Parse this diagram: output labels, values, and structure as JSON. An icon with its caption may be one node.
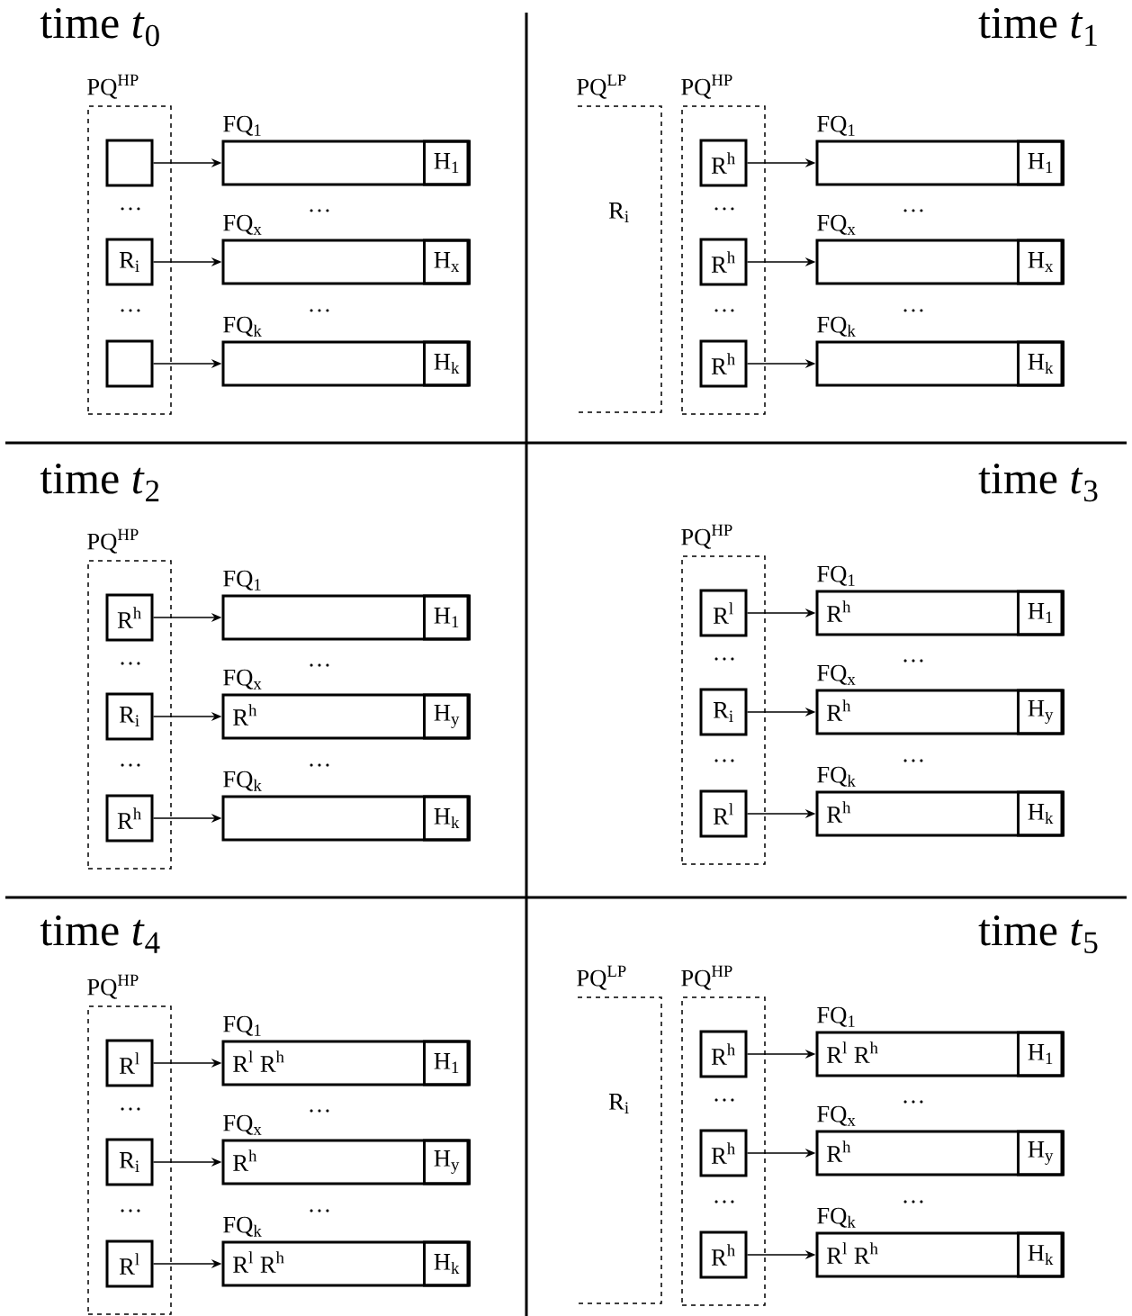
{
  "diagram": {
    "nodes": [
      {
        "text": [
          "PQ$^{HP}$"
        ]
      },
      {
        "text": [],
        "shape": "box",
        "in": 0
      },
      {
        "text": [
          "FQ$_{1}$"
        ]
      },
      {
        "text": [
          "H$_{1}$"
        ],
        "in": 2
      },
      {
        "text": [
          "R$_{i}$"
        ],
        "in": 0
      },
      {
        "text": [
          "FQ$_{x}$"
        ]
      },
      {
        "text": [
          "H$_{x}$"
        ],
        "in": 5
      },
      {
        "text": [],
        "shape": "box",
        "in": 0
      },
      {
        "text": [
          "FQ$_{k}$"
        ]
      },
      {
        "text": [
          "H$_{k}$"
        ],
        "in": 8
      },
      {
        "text": [
          "PQ$^{LP}$",
          "R$_{i}$"
        ]
      },
      {
        "text": [
          "PQ$^{HP}$"
        ]
      },
      {
        "text": [
          "R$^{h}$"
        ],
        "in": 11
      },
      {
        "text": [
          "FQ$_{1}$"
        ]
      },
      {
        "text": [
          "H$_{1}$"
        ],
        "in": 13
      },
      {
        "text": [
          "R$^{h}$"
        ],
        "in": 11
      },
      {
        "text": [
          "FQ$_{x}$"
        ]
      },
      {
        "text": [
          "H$_{x}$"
        ],
        "in": 16
      },
      {
        "text": [
          "R$^{h}$"
        ],
        "in": 11
      },
      {
        "text": [
          "FQ$_{k}$"
        ]
      },
      {
        "text": [
          "H$_{k}$"
        ],
        "in": 19
      },
      {
        "text": [
          "PQ$^{HP}$"
        ]
      },
      {
        "text": [
          "R$^{h}$"
        ],
        "in": 21
      },
      {
        "text": [
          "FQ$_{1}$"
        ]
      },
      {
        "text": [
          "H$_{1}$"
        ],
        "in": 23
      },
      {
        "text": [
          "R$_{i}$"
        ],
        "in": 21
      },
      {
        "text": [
          "FQ$_{x}$",
          "R$^{h}$"
        ]
      },
      {
        "text": [
          "H$_{y}$"
        ],
        "in": 26
      },
      {
        "text": [
          "R$^{h}$"
        ],
        "in": 21
      },
      {
        "text": [
          "FQ$_{k}$"
        ]
      },
      {
        "text": [
          "H$_{k}$"
        ],
        "in": 29
      },
      {
        "text": [
          "PQ$^{HP}$"
        ]
      },
      {
        "text": [
          "R$^{l}$"
        ],
        "in": 31
      },
      {
        "text": [
          "FQ$_{1}$",
          "R$^{h}$"
        ]
      },
      {
        "text": [
          "H$_{1}$"
        ],
        "in": 33
      },
      {
        "text": [
          "R$_{i}$"
        ],
        "in": 31
      },
      {
        "text": [
          "FQ$_{x}$",
          "R$^{h}$"
        ]
      },
      {
        "text": [
          "H$_{y}$"
        ],
        "in": 36
      },
      {
        "text": [
          "R$^{l}$"
        ],
        "in": 31
      },
      {
        "text": [
          "FQ$_{k}$",
          "R$^{h}$"
        ]
      },
      {
        "text": [
          "H$_{k}$"
        ],
        "in": 39
      },
      {
        "text": [
          "PQ$^{HP}$"
        ]
      },
      {
        "text": [
          "R$^{l}$"
        ],
        "in": 41
      },
      {
        "text": [
          "FQ$_{1}$",
          "R$^{l}$ R$^{h}$"
        ]
      },
      {
        "text": [
          "H$_{1}$"
        ],
        "in": 43
      },
      {
        "text": [
          "R$_{i}$"
        ],
        "in": 41
      },
      {
        "text": [
          "FQ$_{x}$",
          "R$^{h}$"
        ]
      },
      {
        "text": [
          "H$_{y}$"
        ],
        "in": 46
      },
      {
        "text": [
          "R$^{l}$"
        ],
        "in": 41
      },
      {
        "text": [
          "FQ$_{k}$",
          "R$^{l}$ R$^{h}$"
        ]
      },
      {
        "text": [
          "H$_{k}$"
        ],
        "in": 49
      },
      {
        "text": [
          "PQ$^{LP}$",
          "R$_{i}$"
        ]
      },
      {
        "text": [
          "PQ$^{HP}$"
        ]
      },
      {
        "text": [
          "R$^{h}$"
        ],
        "in": 52
      },
      {
        "text": [
          "FQ$_{1}$",
          "R$^{l}$ R$^{h}$"
        ]
      },
      {
        "text": [
          "H$_{1}$"
        ],
        "in": 54
      },
      {
        "text": [
          "R$^{h}$"
        ],
        "in": 52
      },
      {
        "text": [
          "FQ$_{x}$",
          "R$^{h}$"
        ]
      },
      {
        "text": [
          "H$_{y}$"
        ],
        "in": 57
      },
      {
        "text": [
          "R$^{h}$"
        ],
        "in": 52
      },
      {
        "text": [
          "FQ$_{k}$",
          "R$^{l}$ R$^{h}$"
        ]
      },
      {
        "text": [
          "H$_{k}$"
        ],
        "in": 60
      }
    ],
    "edges": [
      {
        "from": 1,
        "to": 2,
        "arrow": "to"
      },
      {
        "from": 4,
        "to": 5,
        "arrow": "to"
      },
      {
        "from": 7,
        "to": 8,
        "arrow": "to"
      },
      {
        "from": 12,
        "to": 13,
        "arrow": "to"
      },
      {
        "from": 15,
        "to": 16,
        "arrow": "to"
      },
      {
        "from": 18,
        "to": 19,
        "arrow": "to"
      },
      {
        "from": 22,
        "to": 23,
        "arrow": "to"
      },
      {
        "from": 25,
        "to": 26,
        "arrow": "to"
      },
      {
        "from": 28,
        "to": 29,
        "arrow": "to"
      },
      {
        "from": 32,
        "to": 33,
        "arrow": "to"
      },
      {
        "from": 35,
        "to": 36,
        "arrow": "to"
      },
      {
        "from": 38,
        "to": 39,
        "arrow": "to"
      },
      {
        "from": 42,
        "to": 43,
        "arrow": "to"
      },
      {
        "from": 45,
        "to": 46,
        "arrow": "to"
      },
      {
        "from": 48,
        "to": 49,
        "arrow": "to"
      },
      {
        "from": 53,
        "to": 54,
        "arrow": "to"
      },
      {
        "from": 56,
        "to": 57,
        "arrow": "to"
      },
      {
        "from": 59,
        "to": 60,
        "arrow": "to"
      }
    ],
    "labels": [
      "time *t*$_{0}$",
      "…",
      "…",
      "…",
      "…",
      "time *t*$_{1}$",
      "…",
      "…",
      "…",
      "…",
      "time *t*$_{2}$",
      "…",
      "…",
      "…",
      "…",
      "time *t*$_{3}$",
      "…",
      "…",
      "…",
      "…",
      "time *t*$_{4}$",
      "…",
      "…",
      "…",
      "…",
      "time *t*$_{5}$",
      "…",
      "…",
      "…",
      "…"
    ]
  }
}
